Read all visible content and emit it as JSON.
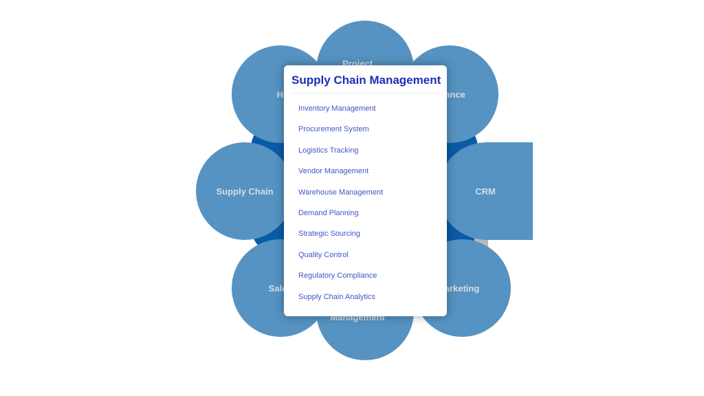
{
  "diagram": {
    "colors": {
      "petal": "#5693c2",
      "petal_text": "#d5dde6",
      "ring": "#0b5aa8",
      "hub": "#0f2a52",
      "popup_title": "#1f2db6",
      "popup_item": "#3e55c8"
    },
    "petals": {
      "top": "Project",
      "hr": "HR",
      "finance": "ance",
      "supply_chain": "Supply Chain",
      "crm": "CRM",
      "sales": "Sale",
      "marketing": "arketing",
      "bottom": "Management"
    }
  },
  "popup": {
    "title": "Supply Chain Management",
    "items": [
      "Inventory Management",
      "Procurement System",
      "Logistics Tracking",
      "Vendor Management",
      "Warehouse Management",
      "Demand Planning",
      "Strategic Sourcing",
      "Quality Control",
      "Regulatory Compliance",
      "Supply Chain Analytics"
    ]
  }
}
